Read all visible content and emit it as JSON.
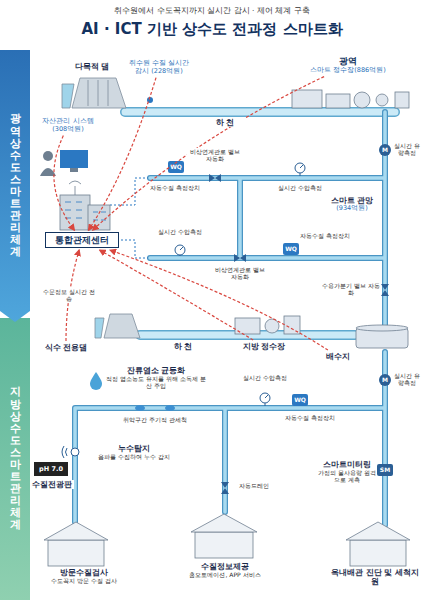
{
  "diagram": {
    "title": "AI · ICT 기반 상수도 전과정 스마트화",
    "nodes": [
      {
        "text": [
          "광역상수도 스마트관리체계"
        ]
      },
      {
        "text": [
          "지방상수도 스마트관리체계"
        ]
      },
      {
        "text": [
          "다목적 댐"
        ]
      },
      {
        "text": [
          "취수원 수질 실시간 감시 (228억원)"
        ]
      },
      {
        "text": [
          "광역",
          "스마트 정수장(886억원)"
        ]
      },
      {
        "text": [
          "하 천"
        ]
      },
      {
        "text": [
          "자산관리 시스템",
          "(308억원)"
        ]
      },
      {
        "text": [
          "통합관제센터"
        ]
      },
      {
        "text": [
          "자동수질 측정장치"
        ]
      },
      {
        "text": [
          "비상연계관로 밸브 자동화"
        ]
      },
      {
        "text": [
          "실시간 수압측정"
        ]
      },
      {
        "text": [
          "실시간 유량측정"
        ]
      },
      {
        "text": [
          "스마트 관망",
          "(934억원)"
        ]
      },
      {
        "text": [
          "실시간 수압측정"
        ]
      },
      {
        "text": [
          "자동수질 측정장치"
        ]
      },
      {
        "text": [
          "비상연계관로 밸브 자동화"
        ]
      },
      {
        "text": [
          "수용가분기 밸브 자동화"
        ]
      },
      {
        "text": [
          "식수 전용댐"
        ]
      },
      {
        "text": [
          "하 천"
        ]
      },
      {
        "text": [
          "지방 정수장"
        ]
      },
      {
        "text": [
          "배수지"
        ]
      },
      {
        "text": [
          "실시간 유량측정"
        ]
      },
      {
        "text": [
          "잔류염소 균등화",
          "적정 염소농도 유지를 위해 소독제 분산 주입"
        ]
      },
      {
        "text": [
          "실시간 수압측정"
        ]
      },
      {
        "text": [
          "자동수질 측정장치"
        ]
      },
      {
        "text": [
          "취약구간 주기적 관세척"
        ]
      },
      {
        "text": [
          "누수탐지",
          "음파를 수집하여 누수 감지"
        ]
      },
      {
        "text": [
          "수질전광판"
        ]
      },
      {
        "text": [
          "스마트미터링",
          "가정의 물사용량 원격으로 계측"
        ]
      },
      {
        "text": [
          "자동드레인"
        ]
      },
      {
        "text": [
          "방문수질검사",
          "수도꼭지 방문 수질 검사"
        ]
      },
      {
        "text": [
          "수질정보제공",
          "홈오토메이션, APP 서비스"
        ]
      },
      {
        "text": [
          "옥내배관 진단 및 세척지원"
        ]
      }
    ],
    "edges": [
      {
        "from": 3,
        "to": 7,
        "arrow": "to"
      },
      {
        "from": 4,
        "to": 7,
        "arrow": "to"
      },
      {
        "from": 6,
        "to": 7,
        "arrow": "to"
      },
      {
        "from": 17,
        "to": 7,
        "label": "수문정보 실시간 전송",
        "arrow": "to"
      },
      {
        "from": 19,
        "to": 7,
        "arrow": "to"
      },
      {
        "from": 20,
        "to": 7,
        "arrow": "to"
      }
    ],
    "labels": [
      "취수원에서 수도꼭지까지 실시간 감시 · 제어 체계 구축",
      "pH 7.0",
      "WQ",
      "WQ",
      "WQ",
      "M",
      "M",
      "SM"
    ]
  }
}
